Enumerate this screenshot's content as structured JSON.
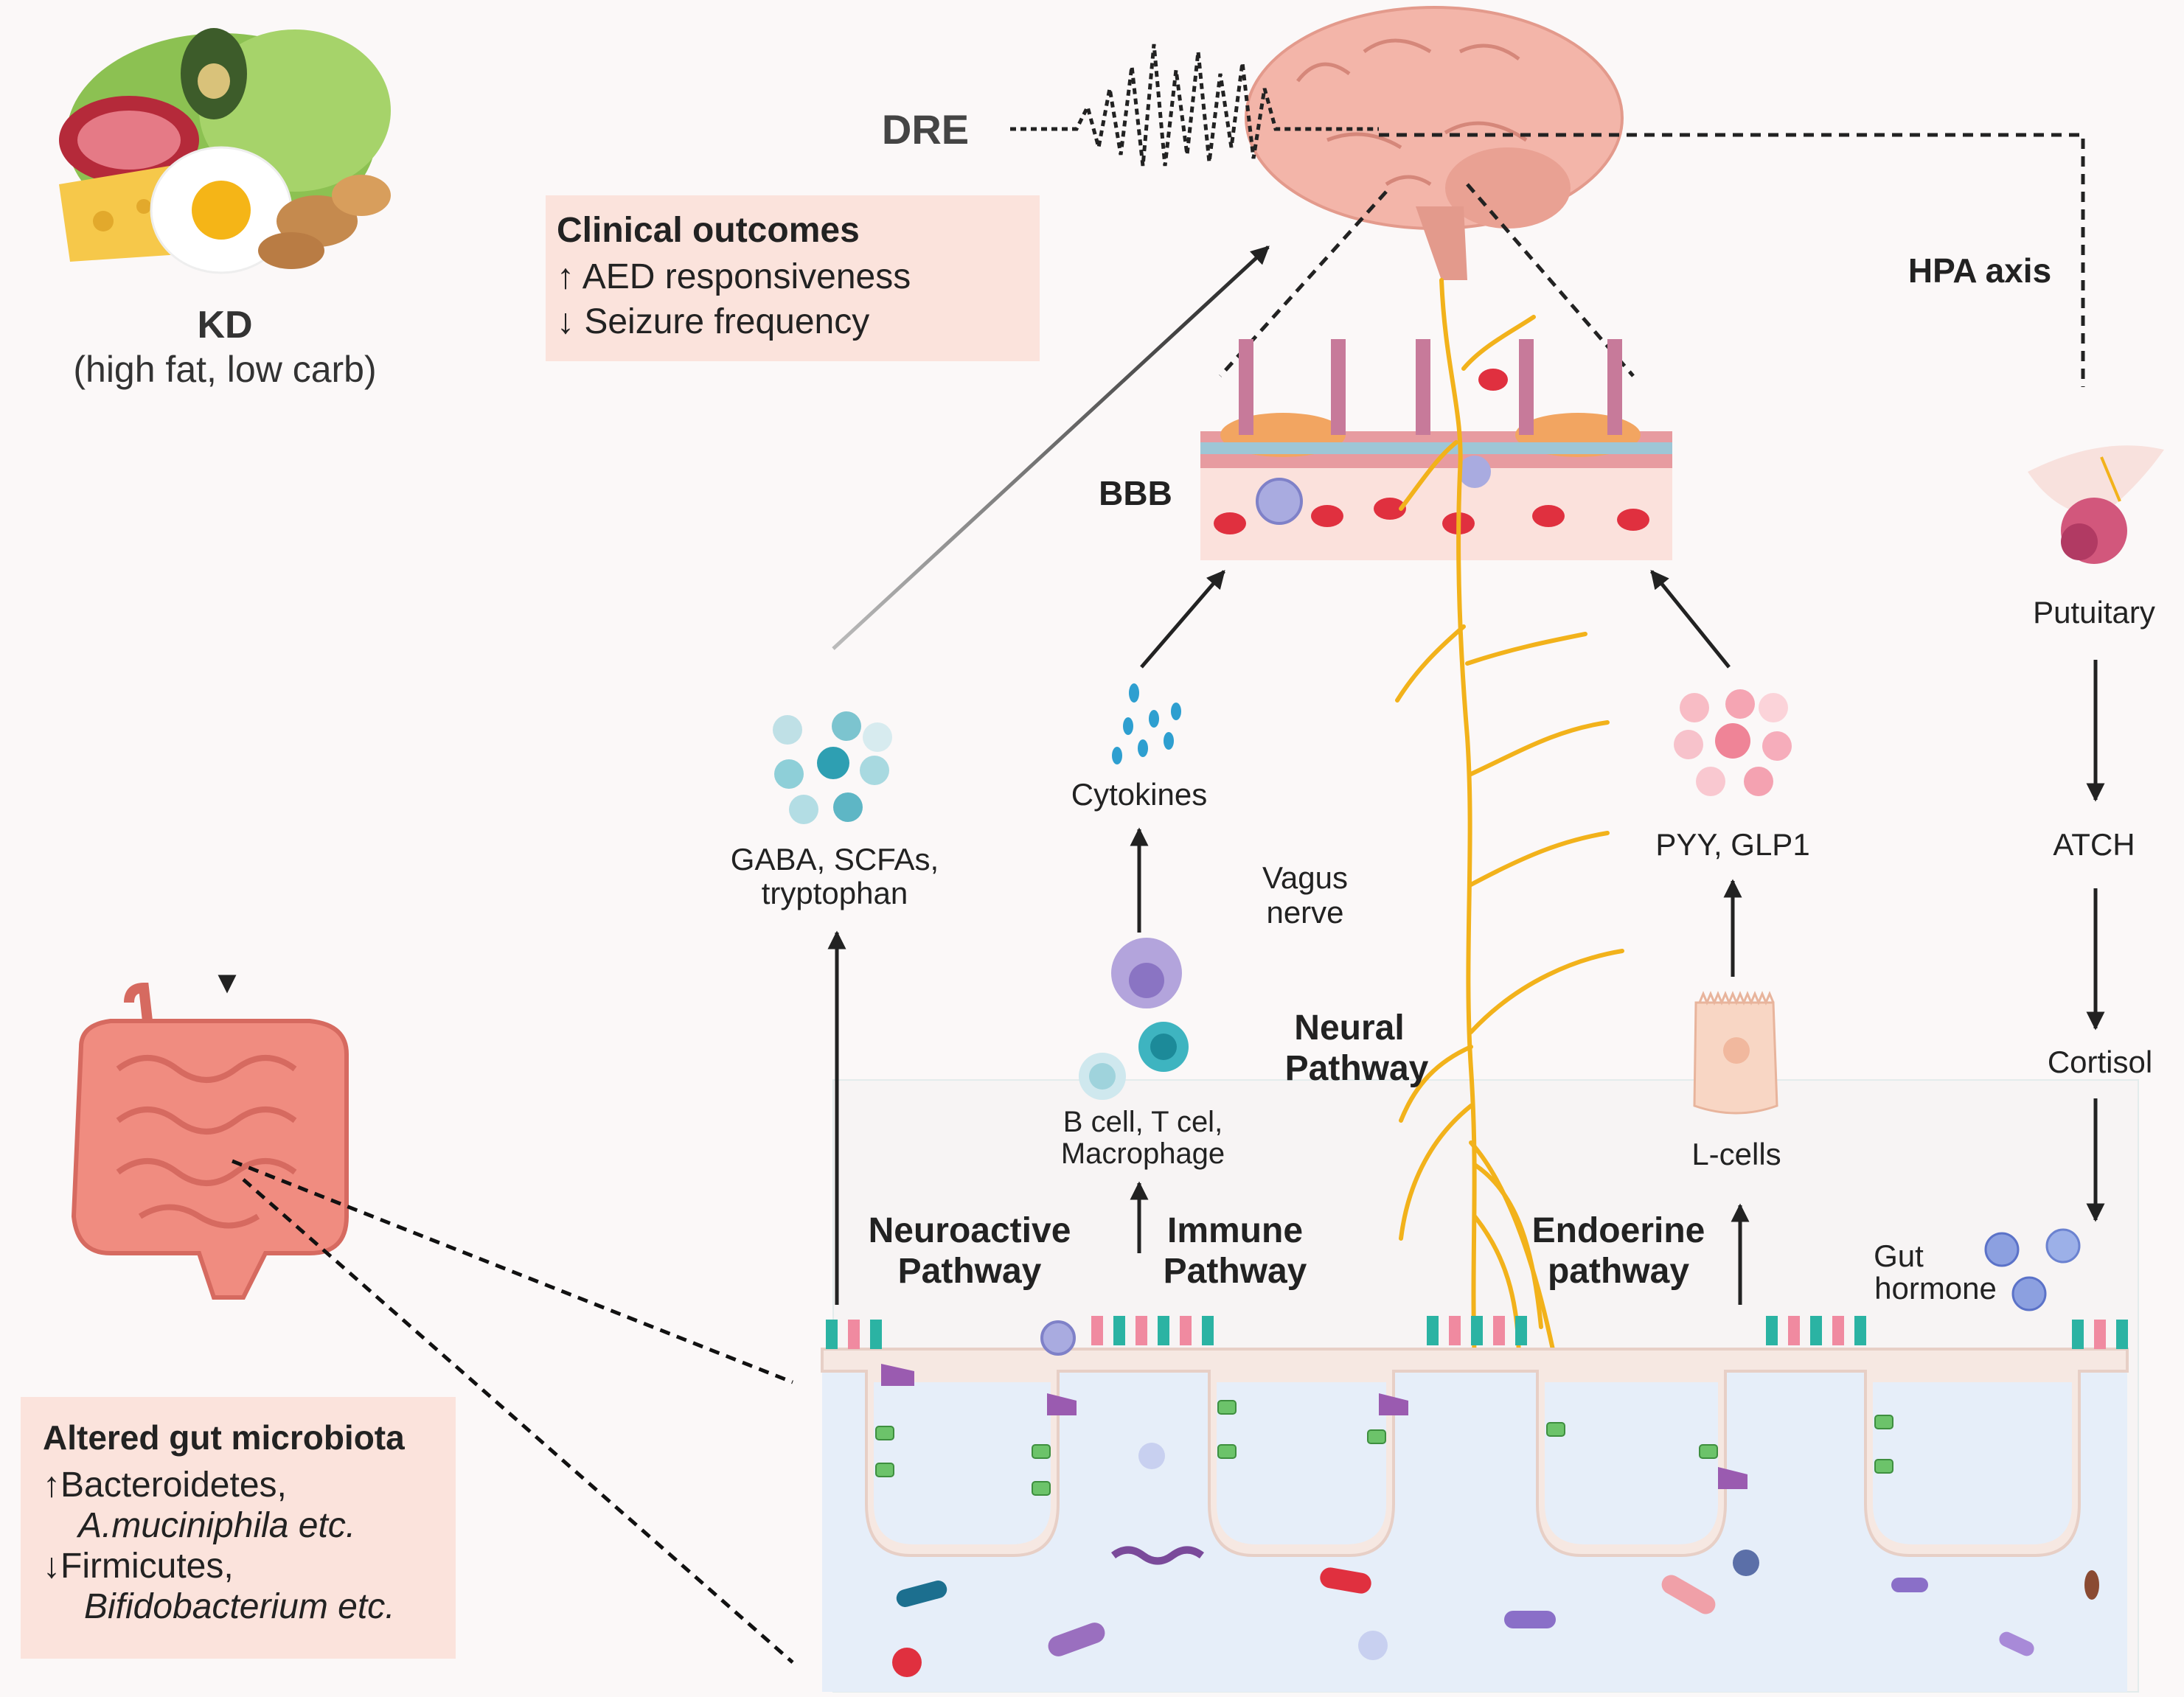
{
  "diet": {
    "title": "KD",
    "subtitle": "(high fat, low carb)"
  },
  "seizure_label": "DRE",
  "clinical": {
    "title": "Clinical outcomes",
    "lines": [
      "↑ AED responsiveness",
      "↓ Seizure frequency"
    ]
  },
  "hpa": {
    "title": "HPA axis",
    "steps": [
      "Putuitary",
      "ATCH",
      "Cortisol"
    ],
    "gut_hormone": [
      "Gut",
      "hormone"
    ]
  },
  "bbb_label": "BBB",
  "metabolites": [
    "GABA, SCFAs,",
    "tryptophan"
  ],
  "cytokines": "Cytokines",
  "vagus": [
    "Vagus",
    "nerve"
  ],
  "peptides": "PYY, GLP1",
  "immune_cells": [
    "B cell, T cel,",
    "Macrophage"
  ],
  "l_cells": "L-cells",
  "pathways": {
    "neural": [
      "Neural",
      "Pathway"
    ],
    "neuroactive": [
      "Neuroactive",
      "Pathway"
    ],
    "immune": [
      "Immune",
      "Pathway"
    ],
    "endocrine": [
      "Endoerine",
      "pathway"
    ]
  },
  "microbiota": {
    "title": "Altered gut microbiota",
    "up": "↑Bacteroidetes,",
    "up_species": "A.muciniphila etc.",
    "down": "↓Firmicutes,",
    "down_species": "Bifidobacterium etc."
  },
  "colors": {
    "box_fill": "#fbe3dc",
    "nerve": "#f2b21b",
    "lumen": "#e6eef9",
    "epithelium": "#f6e8e2",
    "brain": "#f3b5a9",
    "rbc": "#e0303f"
  }
}
